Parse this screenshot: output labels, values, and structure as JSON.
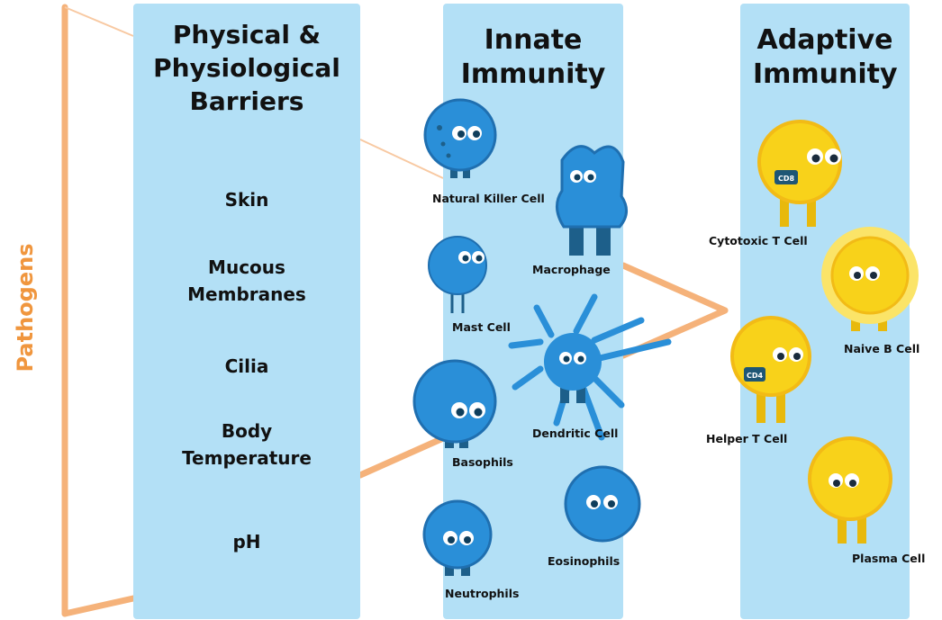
{
  "side_label": "Pathogens",
  "columns": {
    "barriers": {
      "title": "Physical & Physiological Barriers",
      "items": [
        "Skin",
        "Mucous Membranes",
        "Cilia",
        "Body Temperature",
        "pH"
      ]
    },
    "innate": {
      "title": "Innate Immunity",
      "cells": [
        "Natural Killer Cell",
        "Macrophage",
        "Mast Cell",
        "Dendritic Cell",
        "Basophils",
        "Neutrophils",
        "Eosinophils"
      ]
    },
    "adaptive": {
      "title": "Adaptive Immunity",
      "cells": [
        "Cytotoxic T Cell",
        "Naive B Cell",
        "Helper T Cell",
        "Plasma Cell"
      ],
      "badges": [
        "CD8",
        "CD4"
      ]
    }
  },
  "colors": {
    "column_fill": "#b3e0f6",
    "arrow": "#f0963e",
    "innate_cell": "#2a8fd8",
    "adaptive_cell": "#f8d21a"
  }
}
